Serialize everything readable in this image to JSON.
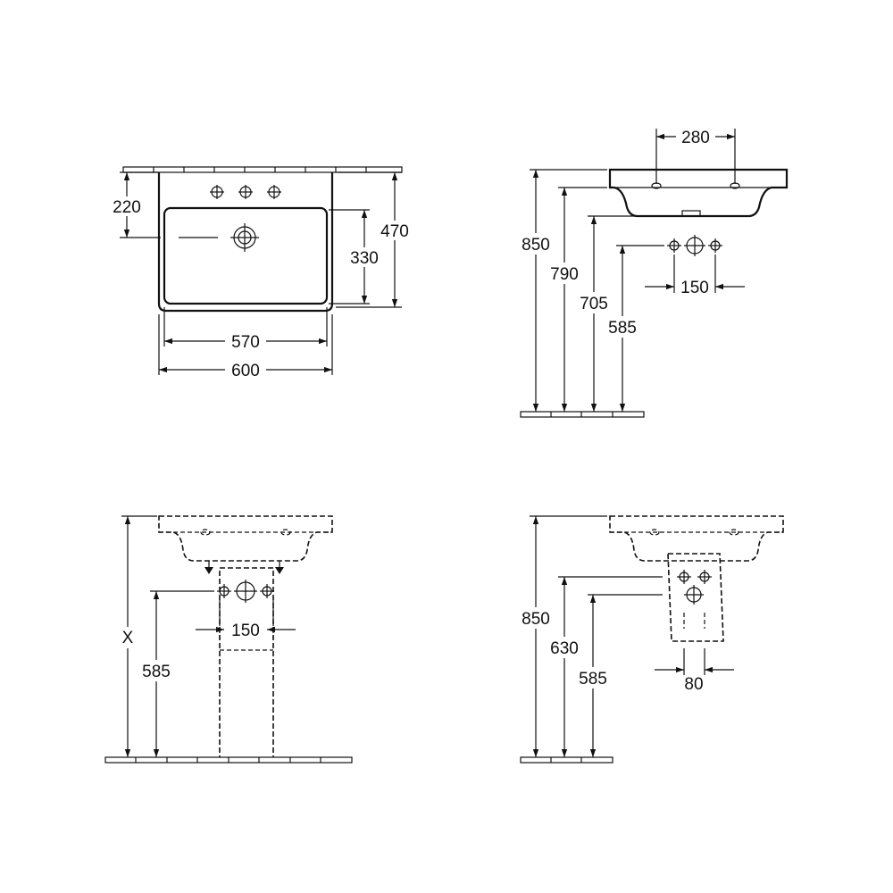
{
  "top_view": {
    "dim_220": "220",
    "dim_470": "470",
    "dim_330": "330",
    "dim_570": "570",
    "dim_600": "600"
  },
  "side_view": {
    "dim_280": "280",
    "dim_850": "850",
    "dim_790": "790",
    "dim_705": "705",
    "dim_585": "585",
    "dim_150": "150"
  },
  "pedestal_view": {
    "dim_x": "X",
    "dim_585": "585",
    "dim_150": "150"
  },
  "semi_pedestal_view": {
    "dim_850": "850",
    "dim_630": "630",
    "dim_585": "585",
    "dim_80": "80"
  }
}
